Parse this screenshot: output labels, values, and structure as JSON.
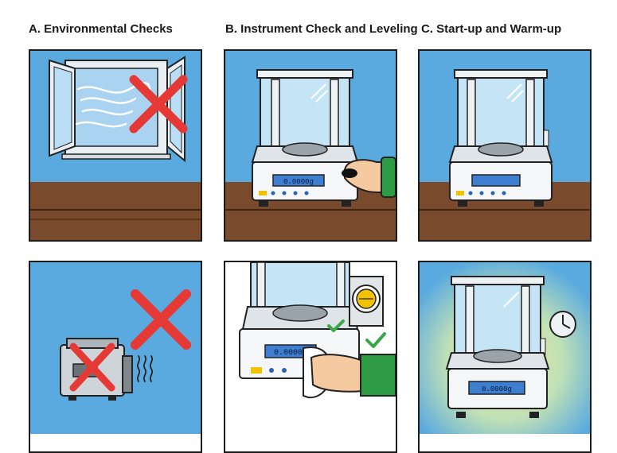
{
  "headings": {
    "a": "A. Environmental Checks",
    "b": "B. Instrument Check and Leveling",
    "c": "C. Start-up and Warm-up"
  },
  "displays": {
    "b_top": "0.0000g",
    "b_bottom": "0.0000g",
    "c_bottom": "0.0000g"
  },
  "colors": {
    "sky": "#5aaadf",
    "wood": "#7a4a2c",
    "cross": "#e53935",
    "check": "#3aa84a",
    "sleeve": "#2e9b45",
    "glow": "#f2ee9a"
  }
}
